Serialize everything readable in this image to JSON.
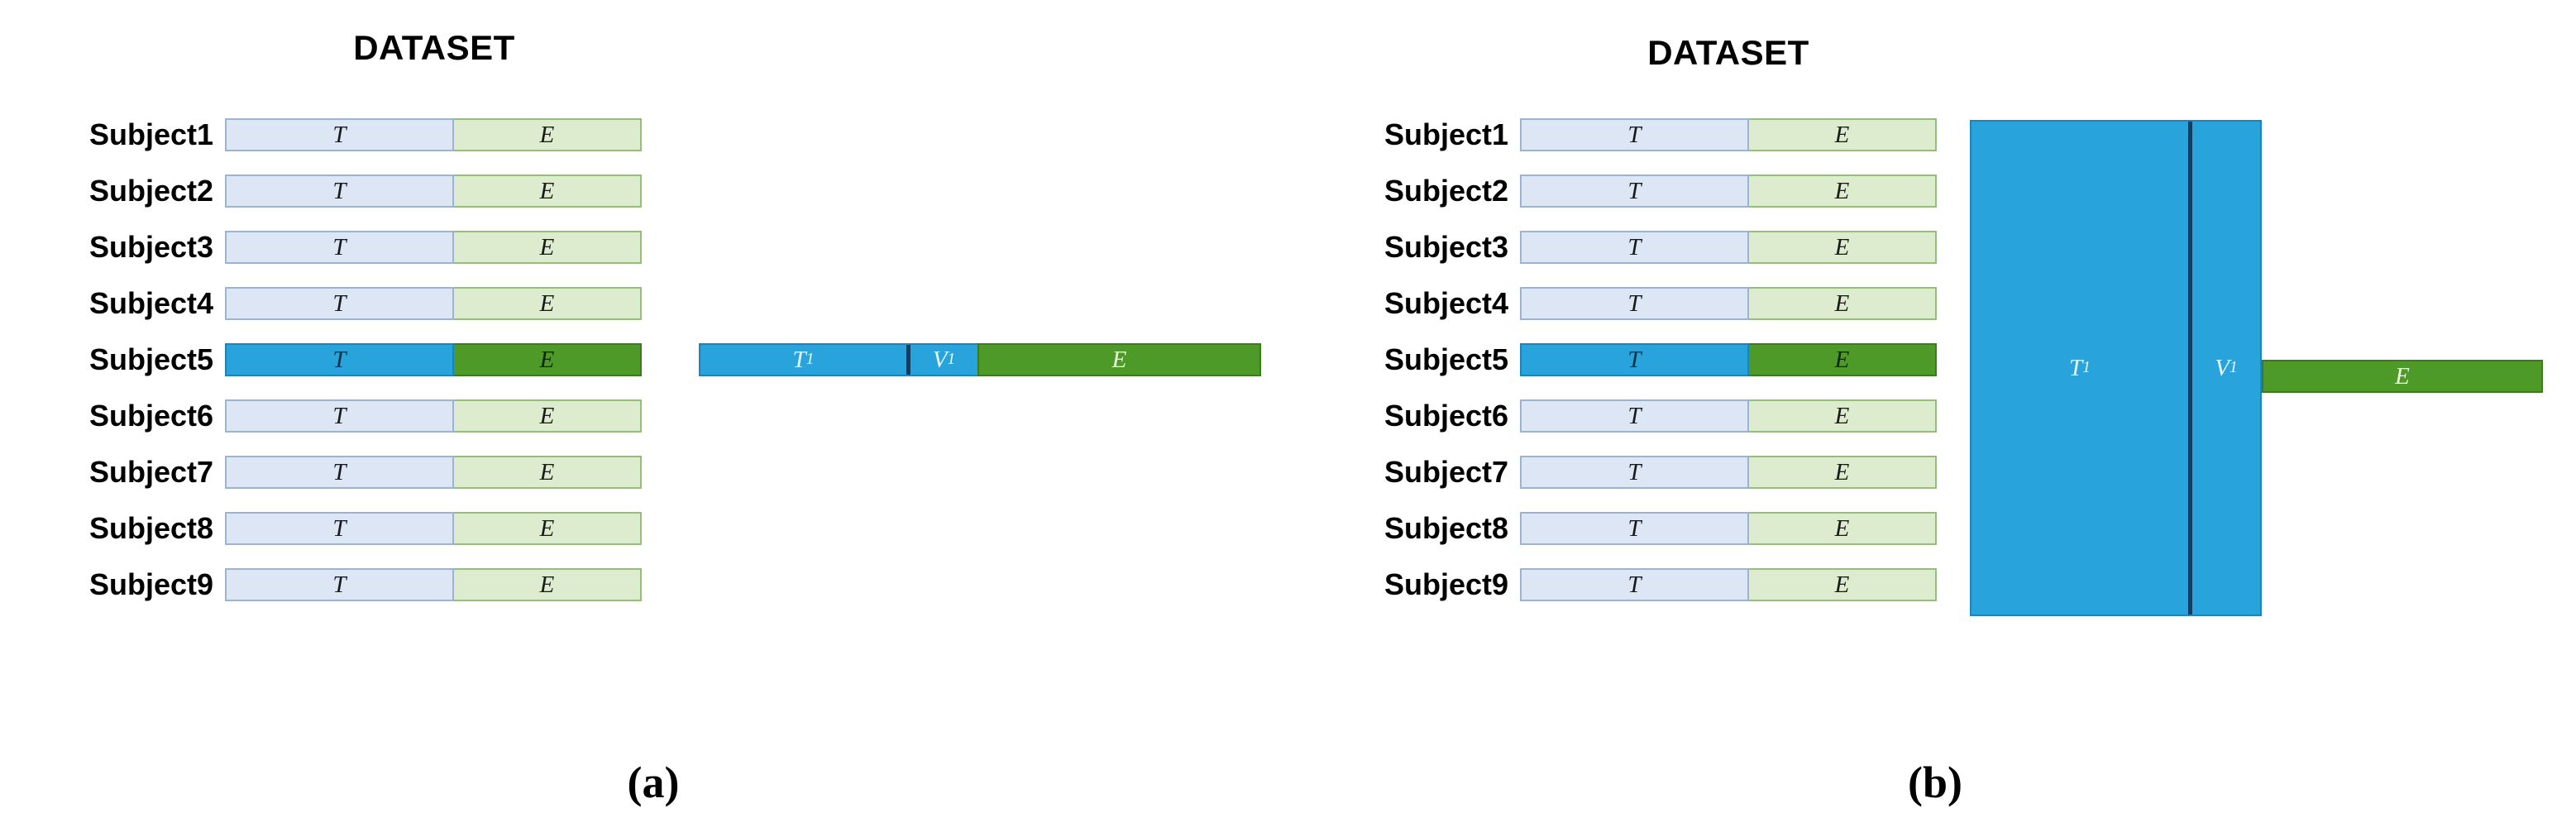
{
  "figure": {
    "type": "diagram",
    "description": "Cross-validation data splitting schematic with two panels",
    "background_color": "#ffffff"
  },
  "colors": {
    "train_light_fill": "#dce6f5",
    "train_light_border": "#9cb3d4",
    "eval_light_fill": "#ddebcf",
    "eval_light_border": "#93bf77",
    "train_highlight_fill": "#29a3dc",
    "train_highlight_border": "#1b84bb",
    "eval_highlight_fill": "#4e9a28",
    "eval_highlight_border": "#3c7a1d",
    "divider": "#0d3f63",
    "text": "#000000"
  },
  "panels": [
    {
      "id": "panel-a",
      "caption": "(a)",
      "heading": "DATASET",
      "segment_labels": {
        "train": "T",
        "eval": "E"
      },
      "rows": [
        {
          "label": "Subject1",
          "highlighted": false
        },
        {
          "label": "Subject2",
          "highlighted": false
        },
        {
          "label": "Subject3",
          "highlighted": false
        },
        {
          "label": "Subject4",
          "highlighted": false
        },
        {
          "label": "Subject5",
          "highlighted": true
        },
        {
          "label": "Subject6",
          "highlighted": false
        },
        {
          "label": "Subject7",
          "highlighted": false
        },
        {
          "label": "Subject8",
          "highlighted": false
        },
        {
          "label": "Subject9",
          "highlighted": false
        }
      ],
      "split_bar": {
        "visible": true,
        "segments": [
          {
            "name": "train-subset",
            "label_main": "T",
            "label_sub": "1",
            "color": "#29a3dc"
          },
          {
            "name": "validation-subset",
            "label_main": "V",
            "label_sub": "1",
            "color": "#29a3dc"
          },
          {
            "name": "evaluation-subset",
            "label_main": "E",
            "label_sub": "",
            "color": "#4e9a28"
          }
        ]
      }
    },
    {
      "id": "panel-b",
      "caption": "(b)",
      "heading": "DATASET",
      "segment_labels": {
        "train": "T",
        "eval": "E"
      },
      "rows": [
        {
          "label": "Subject1",
          "highlighted": false
        },
        {
          "label": "Subject2",
          "highlighted": false
        },
        {
          "label": "Subject3",
          "highlighted": false
        },
        {
          "label": "Subject4",
          "highlighted": false
        },
        {
          "label": "Subject5",
          "highlighted": true
        },
        {
          "label": "Subject6",
          "highlighted": false
        },
        {
          "label": "Subject7",
          "highlighted": false
        },
        {
          "label": "Subject8",
          "highlighted": false
        },
        {
          "label": "Subject9",
          "highlighted": false
        }
      ],
      "block": {
        "visible": true,
        "segments": [
          {
            "name": "train-block",
            "label_main": "T",
            "label_sub": "1",
            "color": "#29a3dc"
          },
          {
            "name": "validation-block",
            "label_main": "V",
            "label_sub": "1",
            "color": "#29a3dc"
          },
          {
            "name": "evaluation-bar",
            "label_main": "E",
            "label_sub": "",
            "color": "#4e9a28"
          }
        ]
      }
    }
  ]
}
